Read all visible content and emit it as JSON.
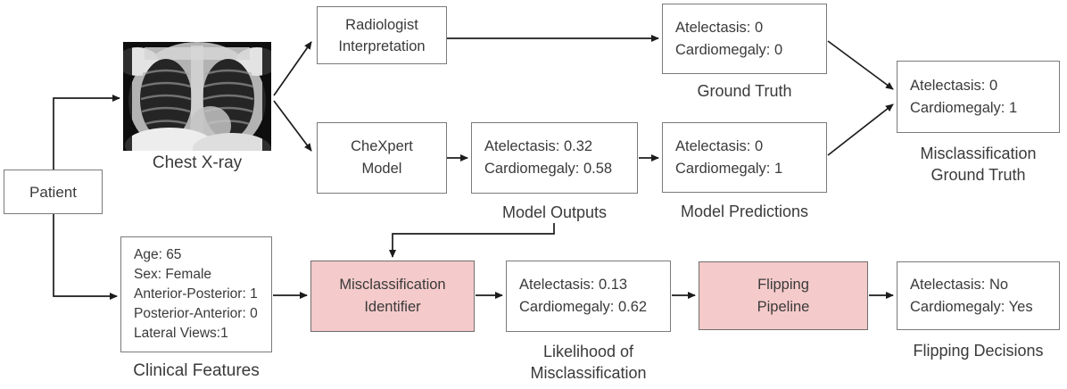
{
  "figure": {
    "nodes": {
      "patient": {
        "label": "Patient"
      },
      "chest_xray": {
        "caption": "Chest X-ray"
      },
      "radiologist": {
        "line1": "Radiologist",
        "line2": "Interpretation"
      },
      "chexpert": {
        "line1": "CheXpert",
        "line2": "Model"
      },
      "ground_truth": {
        "line1": "Atelectasis: 0",
        "line2": "Cardiomegaly: 0",
        "caption": "Ground Truth"
      },
      "model_outputs": {
        "line1": "Atelectasis: 0.32",
        "line2": "Cardiomegaly: 0.58",
        "caption": "Model Outputs"
      },
      "model_predictions": {
        "line1": "Atelectasis: 0",
        "line2": "Cardiomegaly: 1",
        "caption": "Model Predictions"
      },
      "misclassification_ground_truth": {
        "line1": "Atelectasis: 0",
        "line2": "Cardiomegaly: 1",
        "caption_line1": "Misclassification",
        "caption_line2": "Ground Truth"
      },
      "clinical_features": {
        "line1": "Age: 65",
        "line2": "Sex: Female",
        "line3": "Anterior-Posterior: 1",
        "line4": "Posterior-Anterior: 0",
        "line5": "Lateral Views:1",
        "caption": "Clinical Features"
      },
      "misclassification_identifier": {
        "line1": "Misclassification",
        "line2": "Identifier"
      },
      "likelihood": {
        "line1": "Atelectasis: 0.13",
        "line2": "Cardiomegaly: 0.62",
        "caption_line1": "Likelihood of",
        "caption_line2": "Misclassification"
      },
      "flipping_pipeline": {
        "line1": "Flipping",
        "line2": "Pipeline"
      },
      "flipping_decisions": {
        "line1": "Atelectasis: No",
        "line2": "Cardiomegaly: Yes",
        "caption": "Flipping Decisions"
      }
    },
    "colors": {
      "highlight_fill": "#f5caca",
      "box_border": "#7a7a7a",
      "text": "#3a3a3a",
      "arrow": "#1c1c1c"
    }
  }
}
